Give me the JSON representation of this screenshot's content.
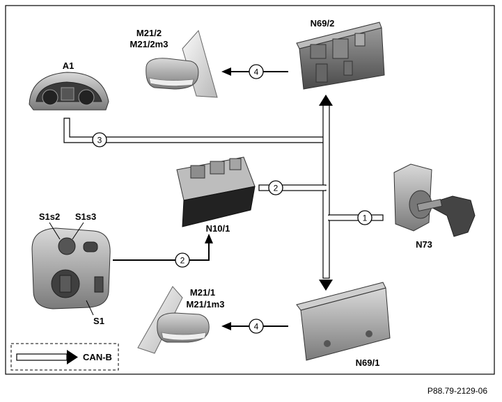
{
  "components": {
    "mirror_top": {
      "line1": "M21/2",
      "line2": "M21/2m3"
    },
    "module_n69_2": {
      "label": "N69/2"
    },
    "cluster_a1": {
      "label": "A1"
    },
    "module_n10_1": {
      "label": "N10/1"
    },
    "switch_s1": {
      "label": "S1",
      "sub1": "S1s2",
      "sub2": "S1s3"
    },
    "ignition_n73": {
      "label": "N73"
    },
    "mirror_bottom": {
      "line1": "M21/1",
      "line2": "M21/1m3"
    },
    "module_n69_1": {
      "label": "N69/1"
    }
  },
  "connections": {
    "c1": "1",
    "c2a": "2",
    "c2b": "2",
    "c3": "3",
    "c4a": "4",
    "c4b": "4"
  },
  "legend": {
    "label": "CAN-B"
  },
  "reference": "P88.79-2129-06"
}
